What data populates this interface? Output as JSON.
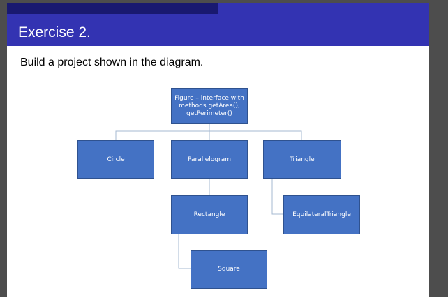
{
  "slide": {
    "title": "Exercise 2.",
    "subtitle": "Build a project shown in the diagram."
  },
  "diagram": {
    "nodes": {
      "figure": {
        "lines": [
          "Figure – interface with",
          "methods getArea(),",
          "getPerimeter()"
        ]
      },
      "circle": {
        "label": "Circle"
      },
      "parallelogram": {
        "label": "Parallelogram"
      },
      "triangle": {
        "label": "Triangle"
      },
      "rectangle": {
        "label": "Rectangle"
      },
      "square": {
        "label": "Square"
      },
      "equilateral": {
        "label": "EquilateralTriangle"
      }
    },
    "colors": {
      "header": "#3333b2",
      "header_bar": "#191970",
      "node_fill": "#4472c4",
      "node_border": "#2f528f",
      "connector": "#a6b8d0"
    }
  }
}
